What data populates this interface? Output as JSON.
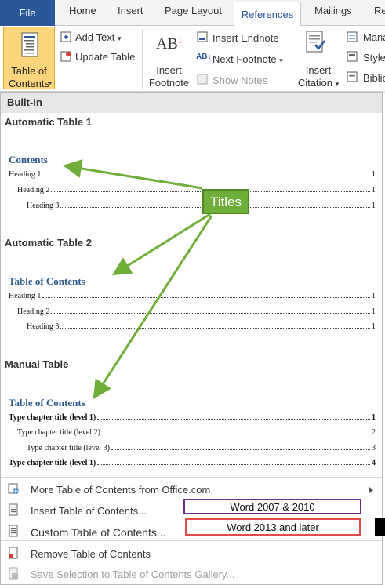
{
  "tabs": {
    "file": "File",
    "home": "Home",
    "insert": "Insert",
    "page_layout": "Page Layout",
    "references": "References",
    "mailings": "Mailings",
    "review": "Re"
  },
  "ribbon": {
    "toc_button": "Table of Contents",
    "toc_line1": "Table of",
    "toc_line2": "Contents",
    "add_text": "Add Text",
    "update_table": "Update Table",
    "ab_icon": "AB",
    "footnote_superscript": "1",
    "insert_footnote_line1": "Insert",
    "insert_footnote_line2": "Footnote",
    "insert_endnote": "Insert Endnote",
    "next_footnote": "Next Footnote",
    "show_notes": "Show Notes",
    "insert_citation_line1": "Insert",
    "insert_citation_line2": "Citation",
    "manage_sources": "Mana",
    "style": "Style",
    "bibliography": "Biblic"
  },
  "gallery": {
    "built_in_label": "Built-In",
    "automatic_table_1": {
      "title": "Automatic Table 1",
      "heading": "Contents",
      "entries": [
        {
          "label": "Heading 1",
          "page": "1"
        },
        {
          "label": "Heading 2",
          "page": "1"
        },
        {
          "label": "Heading 3",
          "page": "1"
        }
      ]
    },
    "automatic_table_2": {
      "title": "Automatic Table 2",
      "heading": "Table of Contents",
      "entries": [
        {
          "label": "Heading 1",
          "page": "1"
        },
        {
          "label": "Heading 2",
          "page": "1"
        },
        {
          "label": "Heading 3",
          "page": "1"
        }
      ]
    },
    "manual_table": {
      "title": "Manual Table",
      "heading": "Table of Contents",
      "entries": [
        {
          "label": "Type chapter title (level 1)",
          "page": "1"
        },
        {
          "label": "Type chapter title (level 2)",
          "page": "2"
        },
        {
          "label": "Type chapter title (level 3)",
          "page": "3"
        },
        {
          "label": "Type chapter title (level 1)",
          "page": "4"
        }
      ]
    }
  },
  "menu": {
    "more_toc": "More Table of Contents from Office.com",
    "insert_toc": "Insert Table of Contents...",
    "custom_toc": "Custom Table of Contents...",
    "remove_toc": "Remove Table of Contents",
    "save_selection": "Save Selection to Table of Contents Gallery..."
  },
  "annotations": {
    "titles": "Titles",
    "word_2007_2010": "Word 2007 & 2010",
    "word_2013_later": "Word 2013 and later"
  },
  "colors": {
    "file_tab": "#2b579a",
    "toc_button_bg": "#fbd57c",
    "toc_heading": "#2e5a8a",
    "callout_green": "#6fae38",
    "badge_purple": "#6b2d8b",
    "badge_red": "#e04b4b"
  }
}
